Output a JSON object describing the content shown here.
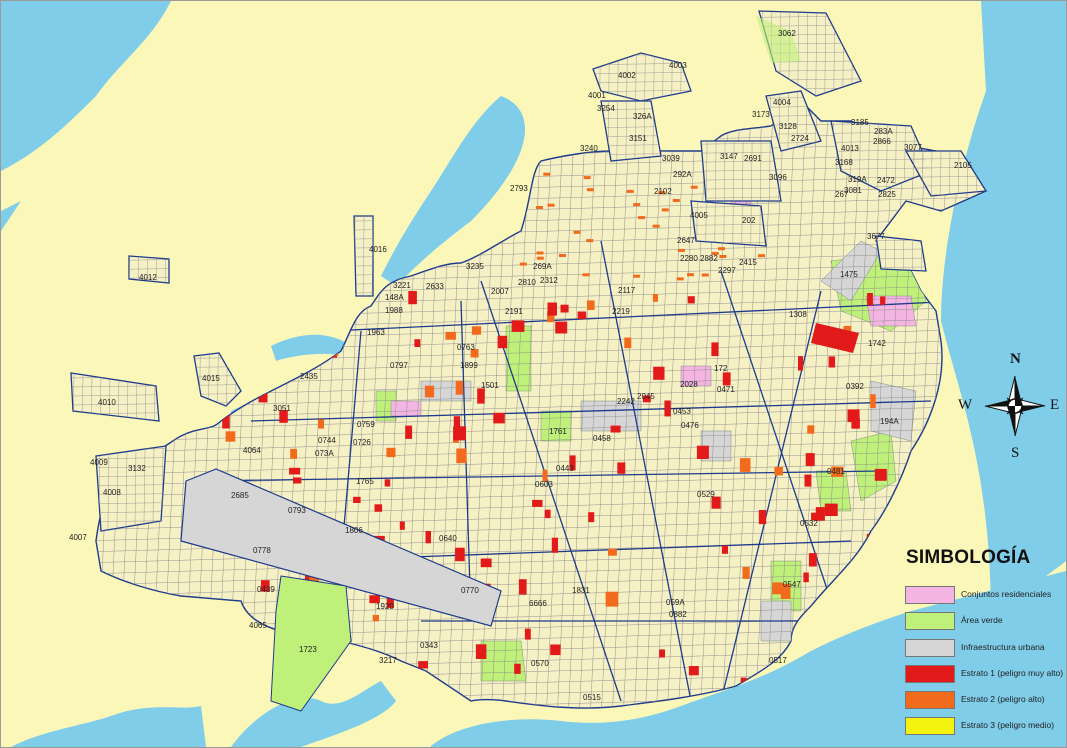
{
  "map": {
    "colors": {
      "land": "#fbf7b9",
      "water": "#7fcde9",
      "block_fill": "#f6f0c5",
      "block_line": "#8a8a8a",
      "sector_line": "#1d3b8c",
      "stratum_1": "#e21a1a",
      "stratum_2": "#f26a1b",
      "green_area": "#bff07a",
      "infrastructure": "#d6d6d6",
      "residential": "#f4b5e3"
    },
    "sector_labels": [
      "3062",
      "4002",
      "4003",
      "4001",
      "3254",
      "326A",
      "3151",
      "4004",
      "3173",
      "3128",
      "3185",
      "283A",
      "2866",
      "3077",
      "4013",
      "3168",
      "2724",
      "319A",
      "2472",
      "2105",
      "3081",
      "267",
      "2825",
      "3240",
      "3039",
      "292A",
      "2102",
      "3147",
      "2691",
      "3096",
      "2793",
      "4005",
      "202",
      "2647",
      "3677",
      "4016",
      "4012",
      "2280",
      "2882",
      "2415",
      "2297",
      "269A",
      "3221",
      "2633",
      "3235",
      "2810",
      "2312",
      "2007",
      "2117",
      "148A",
      "1988",
      "2191",
      "2219",
      "1475",
      "1308",
      "1963",
      "1742",
      "0797",
      "0763",
      "1899",
      "1501",
      "2028",
      "172",
      "0471",
      "2435",
      "0392",
      "4015",
      "4010",
      "3051",
      "0759",
      "2242",
      "2045",
      "0453",
      "0476",
      "1761",
      "194A",
      "0744",
      "0726",
      "073A",
      "4064",
      "0458",
      "3132",
      "4009",
      "0443",
      "0603",
      "0481",
      "1765",
      "4008",
      "2685",
      "0793",
      "0529",
      "1806",
      "0640",
      "0532",
      "4007",
      "0778",
      "1831",
      "0547",
      "0770",
      "6666",
      "0439",
      "059A",
      "0882",
      "4065",
      "1920",
      "1723",
      "3217",
      "0343",
      "0570",
      "0517",
      "0515"
    ],
    "compass": {
      "north": "N",
      "south": "S",
      "east": "E",
      "west": "W",
      "icon": "compass-rose-icon"
    }
  },
  "legend": {
    "title": "SIMBOLOGÍA",
    "items": [
      {
        "label": "Conjuntos residenciales",
        "color": "#f4b5e3"
      },
      {
        "label": "Área verde",
        "color": "#bff07a"
      },
      {
        "label": "Infraestructura urbana",
        "color": "#d6d6d6"
      },
      {
        "label": "Estrato 1 (peligro muy alto)",
        "color": "#e21a1a"
      },
      {
        "label": "Estrato 2 (peligro alto)",
        "color": "#f26a1b"
      },
      {
        "label": "Estrato 3 (peligro medio)",
        "color": "#f4f20f"
      }
    ]
  }
}
